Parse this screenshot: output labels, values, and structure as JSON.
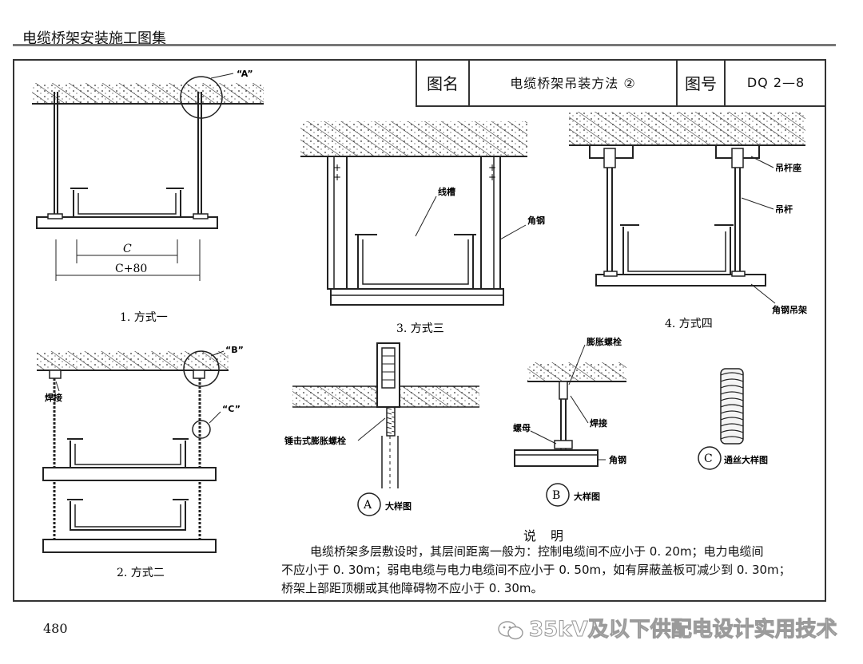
{
  "header": {
    "book_title": "电缆桥架安装施工图集"
  },
  "title_block": {
    "name_label": "图名",
    "drawing_name": "电缆桥架吊装方法  ②",
    "number_label": "图号",
    "drawing_number": "DQ 2—8"
  },
  "figures": {
    "fig1": {
      "caption": "1. 方式一",
      "detail_mark": "“A”",
      "dim_inner": "C",
      "dim_outer": "C+80"
    },
    "fig2": {
      "caption": "2. 方式二",
      "detail_mark_b": "“B”",
      "detail_mark_c": "“C”",
      "weld_label": "焊接"
    },
    "fig3": {
      "caption": "3. 方式三",
      "trough_label": "线槽",
      "angle_label": "角钢"
    },
    "fig4": {
      "caption": "4. 方式四",
      "seat_label": "吊杆座",
      "rod_label": "吊杆",
      "hanger_label": "角钢吊架"
    },
    "detail_a": {
      "circle": "A",
      "caption": "大样图",
      "bolt_label": "锤击式膨胀螺栓"
    },
    "detail_b": {
      "circle": "B",
      "caption": "大样图",
      "bolt_label": "膨胀螺栓",
      "weld_label": "焊接",
      "nut_label": "螺母",
      "angle_label": "角钢"
    },
    "detail_c": {
      "circle": "C",
      "caption": "通丝大样图"
    }
  },
  "notes": {
    "title": "说明",
    "line1": "电缆桥架多层敷设时，其层间距离一般为：控制电缆间不应小于 0. 20m；电力电缆间",
    "line2": "不应小于 0. 30m；弱电电缆与电力电缆间不应小于 0. 50m，如有屏蔽盖板可减少到 0. 30m；",
    "line3": "桥架上部距顶棚或其他障碍物不应小于 0. 30m。"
  },
  "footer": {
    "page_number": "480",
    "watermark": "35kV及以下供配电设计实用技术"
  }
}
